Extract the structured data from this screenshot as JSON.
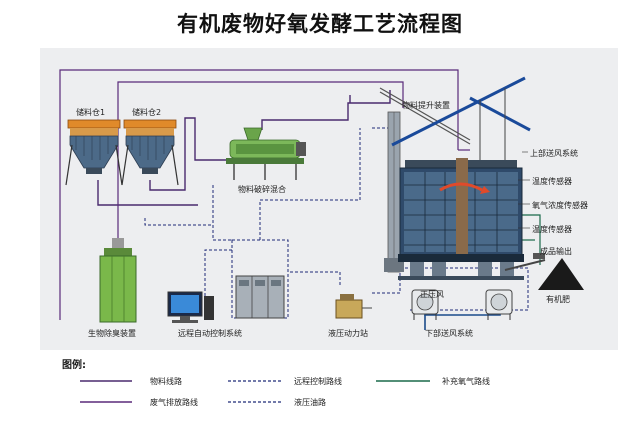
{
  "title": "有机废物好氧发酵工艺流程图",
  "labels": {
    "bin1": "储料仓1",
    "bin2": "储料仓2",
    "crusher": "物料破碎混合",
    "lift": "物料提升装置",
    "top_air": "上部送风系统",
    "temp_sensor_1": "温度传感器",
    "oxygen_sensor": "氧气浓度传感器",
    "temp_sensor_2": "温度传感器",
    "discharge": "成品输出",
    "fertilizer": "有机肥",
    "deodor": "生物除臭装置",
    "remote": "远程自动控制系统",
    "hydraulic": "液压动力站",
    "bottom_air": "下部送风系统",
    "blower": "正压风"
  },
  "legend": {
    "title": "图例:",
    "items": [
      {
        "label": "物料线路",
        "color": "#4a2a6e",
        "style": "solid"
      },
      {
        "label": "远程控制路线",
        "color": "#1f2b78",
        "style": "dashed"
      },
      {
        "label": "补充氧气路线",
        "color": "#1a6a4a",
        "style": "solid"
      },
      {
        "label": "废气排放路线",
        "color": "#5a2a7a",
        "style": "solid"
      },
      {
        "label": "液压油路",
        "color": "#1f2b78",
        "style": "dashed"
      }
    ]
  },
  "colors": {
    "tank": "#2f4a6a",
    "hopper": "#e08a2a",
    "crusher": "#6aa44a",
    "deodor": "#7ab84a",
    "air_line": "#1a4a8a",
    "gray": "#6c6c6c"
  }
}
